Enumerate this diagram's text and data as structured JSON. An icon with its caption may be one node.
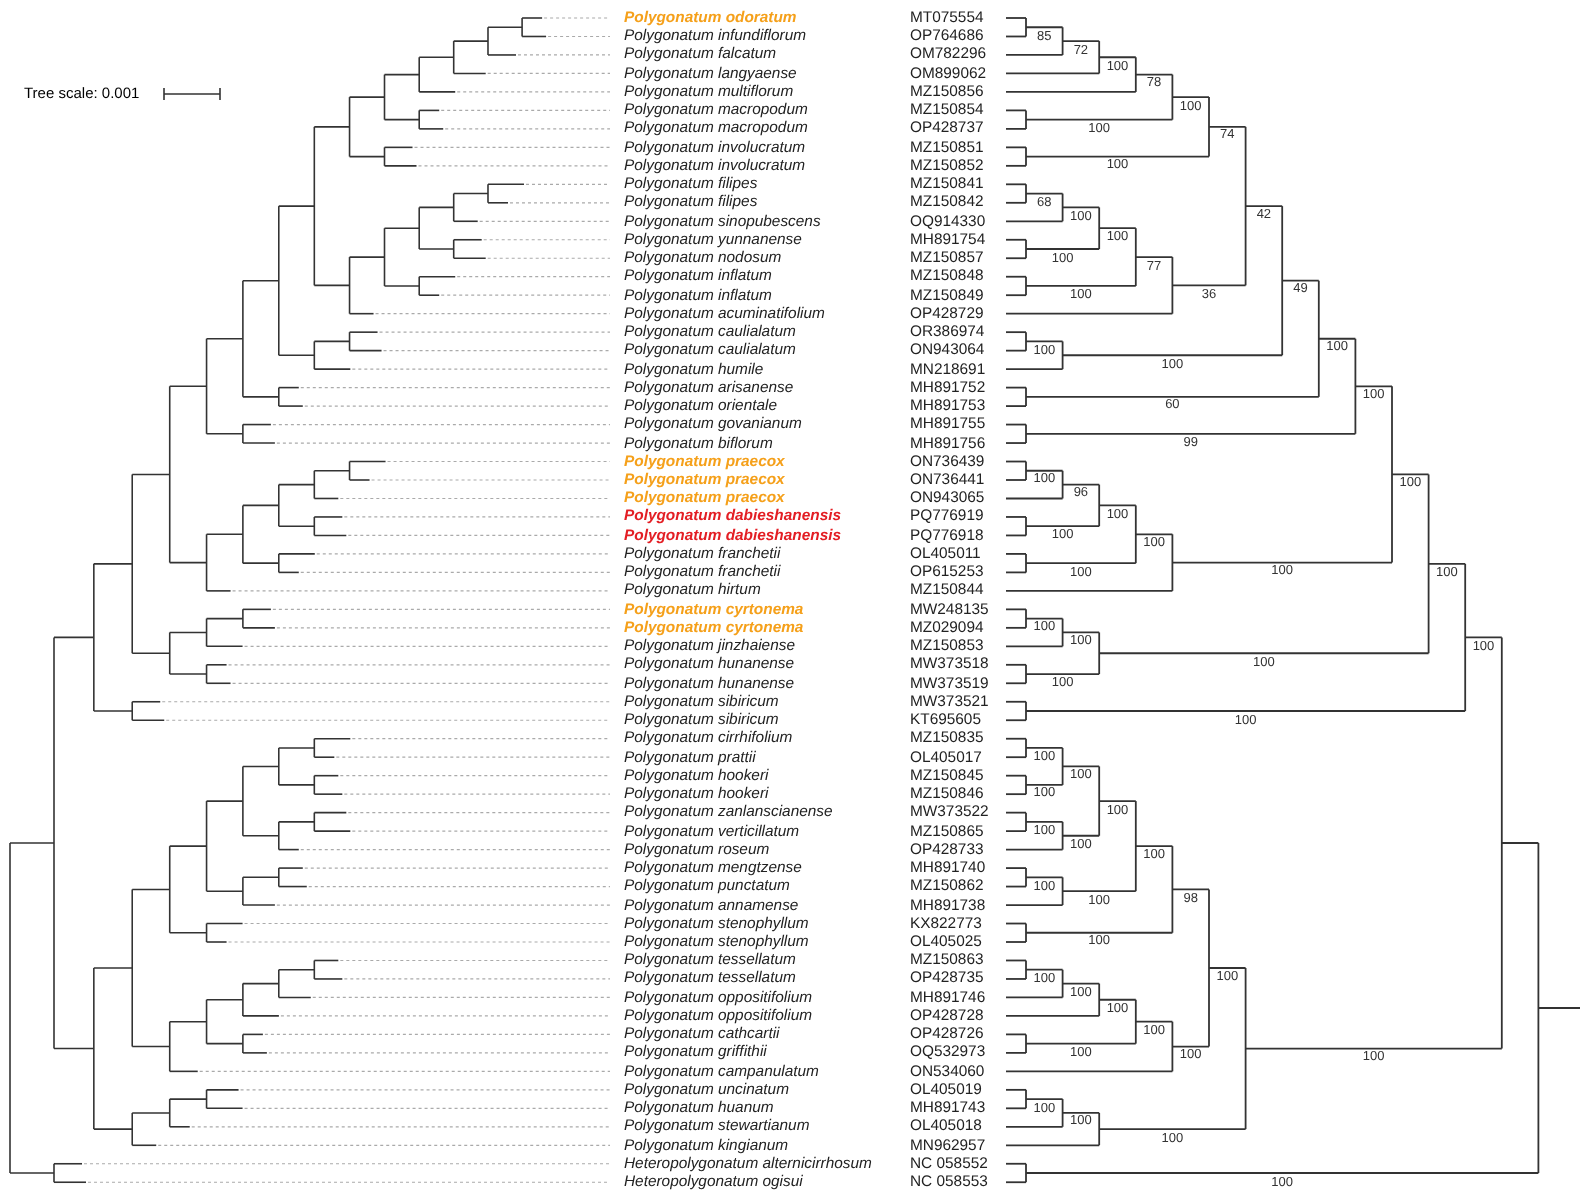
{
  "diagram": {
    "nodes": [
      {
        "text": [
          "Polygonatum odoratum",
          "MT075554"
        ]
      },
      {
        "text": [
          "Polygonatum infundiflorum",
          "OP764686"
        ]
      },
      {
        "text": [
          "Polygonatum falcatum",
          "OM782296"
        ]
      },
      {
        "text": [
          "Polygonatum langyaense",
          "OM899062"
        ]
      },
      {
        "text": [
          "Polygonatum multiflorum",
          "MZ150856"
        ]
      },
      {
        "text": [
          "Polygonatum macropodum",
          "MZ150854"
        ]
      },
      {
        "text": [
          "Polygonatum macropodum",
          "OP428737"
        ]
      },
      {
        "text": [
          "Polygonatum involucratum",
          "MZ150851"
        ]
      },
      {
        "text": [
          "Polygonatum involucratum",
          "MZ150852"
        ]
      },
      {
        "text": [
          "Polygonatum filipes",
          "MZ150841"
        ]
      },
      {
        "text": [
          "Polygonatum filipes",
          "MZ150842"
        ]
      },
      {
        "text": [
          "Polygonatum sinopubescens",
          "OQ914330"
        ]
      },
      {
        "text": [
          "Polygonatum yunnanense",
          "MH891754"
        ]
      },
      {
        "text": [
          "Polygonatum nodosum",
          "MZ150857"
        ]
      },
      {
        "text": [
          "Polygonatum inflatum",
          "MZ150848"
        ]
      },
      {
        "text": [
          "Polygonatum inflatum",
          "MZ150849"
        ]
      },
      {
        "text": [
          "Polygonatum acuminatifolium",
          "OP428729"
        ]
      },
      {
        "text": [
          "Polygonatum caulialatum",
          "OR386974"
        ]
      },
      {
        "text": [
          "Polygonatum caulialatum",
          "ON943064"
        ]
      },
      {
        "text": [
          "Polygonatum humile",
          "MN218691"
        ]
      },
      {
        "text": [
          "Polygonatum arisanense",
          "MH891752"
        ]
      },
      {
        "text": [
          "Polygonatum orientale",
          "MH891753"
        ]
      },
      {
        "text": [
          "Polygonatum govanianum",
          "MH891755"
        ]
      },
      {
        "text": [
          "Polygonatum biflorum",
          "MH891756"
        ]
      },
      {
        "text": [
          "Polygonatum praecox",
          "ON736439"
        ]
      },
      {
        "text": [
          "Polygonatum praecox",
          "ON736441"
        ]
      },
      {
        "text": [
          "Polygonatum praecox",
          "ON943065"
        ]
      },
      {
        "text": [
          "Polygonatum dabieshanensis",
          "PQ776919"
        ]
      },
      {
        "text": [
          "Polygonatum dabieshanensis",
          "PQ776918"
        ]
      },
      {
        "text": [
          "Polygonatum franchetii",
          "OL405011"
        ]
      },
      {
        "text": [
          "Polygonatum franchetii",
          "OP615253"
        ]
      },
      {
        "text": [
          "Polygonatum hirtum",
          "MZ150844"
        ]
      },
      {
        "text": [
          "Polygonatum cyrtonema",
          "MW248135"
        ]
      },
      {
        "text": [
          "Polygonatum cyrtonema",
          "MZ029094"
        ]
      },
      {
        "text": [
          "Polygonatum jinzhaiense",
          "MZ150853"
        ]
      },
      {
        "text": [
          "Polygonatum hunanense",
          "MW373518"
        ]
      },
      {
        "text": [
          "Polygonatum hunanense",
          "MW373519"
        ]
      },
      {
        "text": [
          "Polygonatum sibiricum",
          "MW373521"
        ]
      },
      {
        "text": [
          "Polygonatum sibiricum",
          "KT695605"
        ]
      },
      {
        "text": [
          "Polygonatum cirrhifolium",
          "MZ150835"
        ]
      },
      {
        "text": [
          "Polygonatum prattii",
          "OL405017"
        ]
      },
      {
        "text": [
          "Polygonatum hookeri",
          "MZ150845"
        ]
      },
      {
        "text": [
          "Polygonatum hookeri",
          "MZ150846"
        ]
      },
      {
        "text": [
          "Polygonatum zanlanscianense",
          "MW373522"
        ]
      },
      {
        "text": [
          "Polygonatum verticillatum",
          "MZ150865"
        ]
      },
      {
        "text": [
          "Polygonatum roseum",
          "OP428733"
        ]
      },
      {
        "text": [
          "Polygonatum mengtzense",
          "MH891740"
        ]
      },
      {
        "text": [
          "Polygonatum punctatum",
          "MZ150862"
        ]
      },
      {
        "text": [
          "Polygonatum annamense",
          "MH891738"
        ]
      },
      {
        "text": [
          "Polygonatum stenophyllum",
          "KX822773"
        ]
      },
      {
        "text": [
          "Polygonatum stenophyllum",
          "OL405025"
        ]
      },
      {
        "text": [
          "Polygonatum tessellatum",
          "MZ150863"
        ]
      },
      {
        "text": [
          "Polygonatum tessellatum",
          "OP428735"
        ]
      },
      {
        "text": [
          "Polygonatum oppositifolium",
          "MH891746"
        ]
      },
      {
        "text": [
          "Polygonatum oppositifolium",
          "OP428728"
        ]
      },
      {
        "text": [
          "Polygonatum cathcartii",
          "OP428726"
        ]
      },
      {
        "text": [
          "Polygonatum griffithii",
          "OQ532973"
        ]
      },
      {
        "text": [
          "Polygonatum campanulatum",
          "ON534060"
        ]
      },
      {
        "text": [
          "Polygonatum uncinatum",
          "OL405019"
        ]
      },
      {
        "text": [
          "Polygonatum huanum",
          "MH891743"
        ]
      },
      {
        "text": [
          "Polygonatum stewartianum",
          "OL405018"
        ]
      },
      {
        "text": [
          "Polygonatum kingianum",
          "MN962957"
        ]
      },
      {
        "text": [
          "Heteropolygonatum alternicirrhosum",
          "NC 058552"
        ]
      },
      {
        "text": [
          "Heteropolygonatum ogisui",
          "NC 058553"
        ]
      }
    ],
    "labels": [
      "Tree scale: 0.001",
      "85",
      "72",
      "100",
      "78",
      "100",
      "100",
      "100",
      "74",
      "68",
      "100",
      "100",
      "100",
      "100",
      "77",
      "36",
      "42",
      "100",
      "100",
      "49",
      "60",
      "100",
      "99",
      "100",
      "100",
      "96",
      "100",
      "100",
      "100",
      "100",
      "100",
      "100",
      "100",
      "100",
      "100",
      "100",
      "100",
      "100",
      "100",
      "100",
      "100",
      "100",
      "100",
      "100",
      "100",
      "100",
      "100",
      "100",
      "100",
      "98",
      "100",
      "100",
      "100",
      "100",
      "100",
      "100",
      "100",
      "100",
      "100",
      "100",
      "100",
      "100"
    ]
  }
}
